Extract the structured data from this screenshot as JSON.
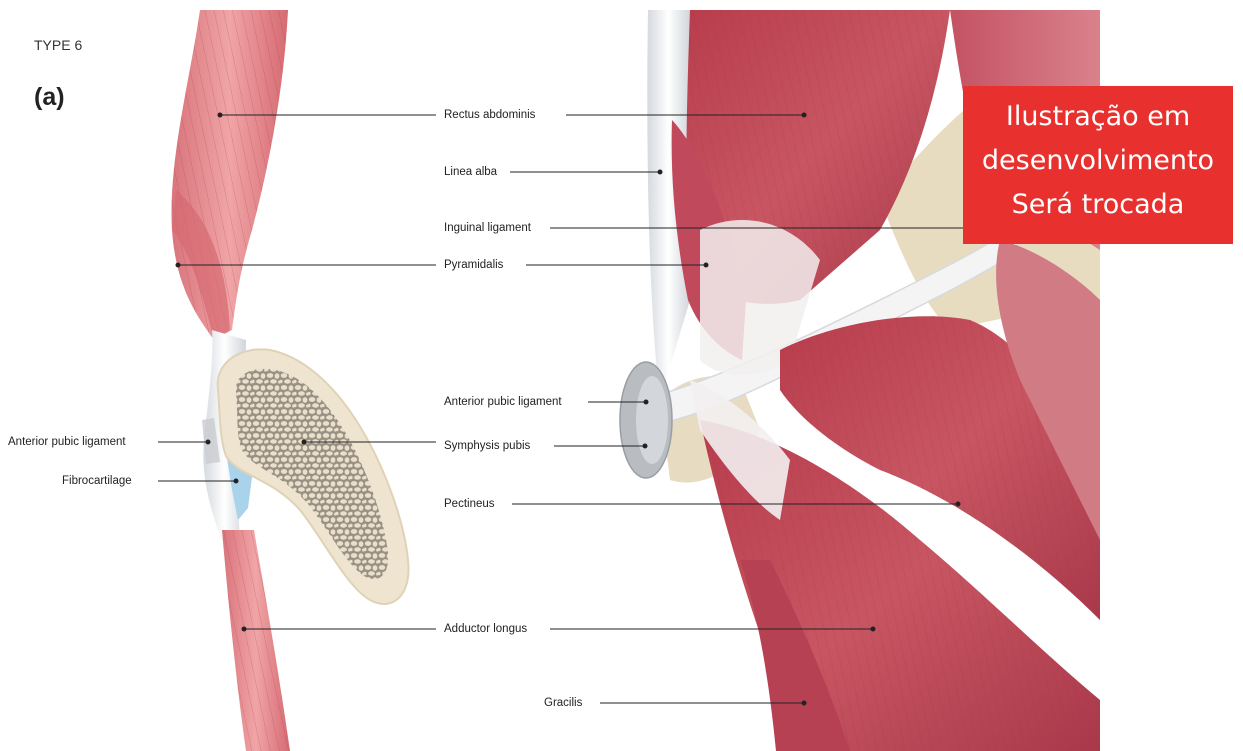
{
  "figure": {
    "type_label": "TYPE 6",
    "panel_label": "(a)"
  },
  "labels": {
    "rectus_abdominis": "Rectus abdominis",
    "linea_alba": "Linea alba",
    "inguinal_ligament": "Inguinal ligament",
    "pyramidalis": "Pyramidalis",
    "anterior_pubic_ligament_right": "Anterior pubic ligament",
    "symphysis_pubis": "Symphysis pubis",
    "pectineus": "Pectineus",
    "adductor_longus": "Adductor longus",
    "gracilis": "Gracilis",
    "anterior_pubic_ligament_left": "Anterior pubic ligament",
    "fibrocartilage": "Fibrocartilage"
  },
  "banner": {
    "line1": "Ilustração em",
    "line2": "desenvolvimento",
    "line3": "Será trocada",
    "color": "#e8312e"
  },
  "colors": {
    "muscle": "#c4525e",
    "muscle_light": "#e48e92",
    "ligament": "#eceef0",
    "bone": "#efe4cf",
    "cancellous": "#9a9184",
    "fibrocartilage": "#a8d3ea"
  }
}
